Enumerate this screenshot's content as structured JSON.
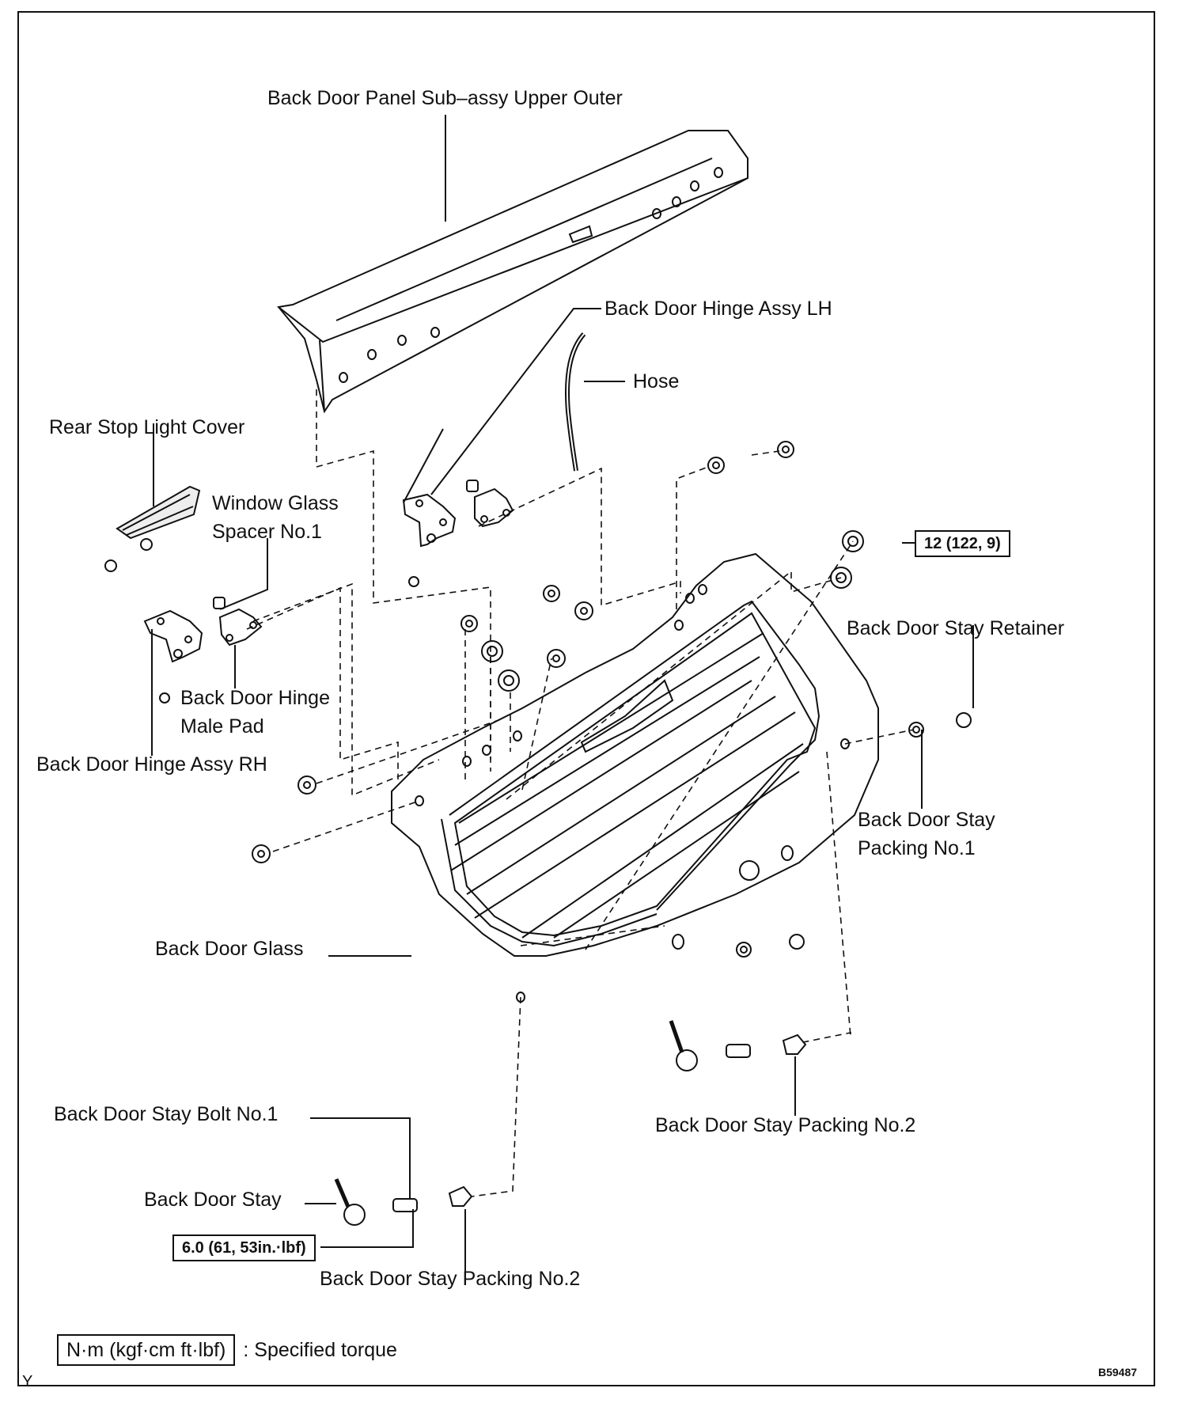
{
  "labels": {
    "upper_outer": "Back Door Panel Sub–assy Upper Outer",
    "hinge_lh": "Back Door Hinge Assy LH",
    "hose": "Hose",
    "rear_stop_light": "Rear Stop Light Cover",
    "spacer_line1": "Window Glass",
    "spacer_line2": "Spacer No.1",
    "stay_retainer": "Back Door Stay Retainer",
    "hinge_pad_line1": "Back Door Hinge",
    "hinge_pad_line2": "Male Pad",
    "hinge_rh": "Back Door Hinge Assy RH",
    "stay_packing1_line1": "Back Door Stay",
    "stay_packing1_line2": "Packing No.1",
    "door_glass": "Back Door Glass",
    "stay_bolt": "Back Door Stay Bolt No.1",
    "stay_packing2_right": "Back Door Stay Packing No.2",
    "stay": "Back Door Stay",
    "stay_packing2_bottom": "Back Door Stay Packing No.2"
  },
  "torque": {
    "nut": "12 (122, 9)",
    "bolt": "6.0 (61, 53in.·lbf)"
  },
  "legend": {
    "unit_box": "N·m (kgf·cm ft·lbf)",
    "text": ": Specified torque"
  },
  "corner_letter": "Y",
  "figure_id": "B59487"
}
